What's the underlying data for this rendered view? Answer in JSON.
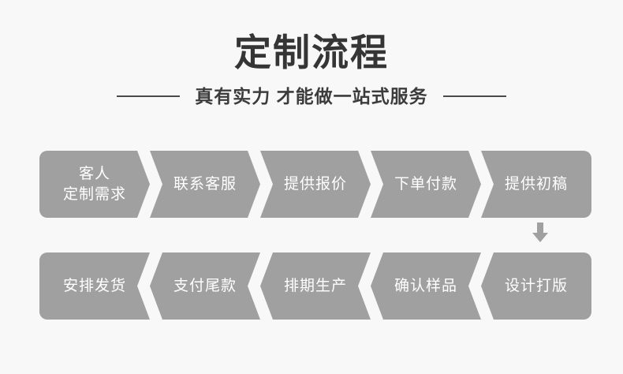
{
  "header": {
    "title": "定制流程",
    "subtitle": "真有实力  才能做一站式服务",
    "rule_left": "",
    "rule_right": ""
  },
  "colors": {
    "background": "#f8f8f8",
    "step_fill": "#a0a0a0",
    "step_text": "#ffffff",
    "title_text": "#353535",
    "subtitle_text": "#3c3c3c",
    "rule": "#4a4a4a",
    "arrow": "#a0a0a0"
  },
  "flow": {
    "direction_row1": "left-to-right",
    "direction_row2": "right-to-left",
    "connector": "down-arrow",
    "row1": [
      {
        "label": "客人\n定制需求",
        "order": 1
      },
      {
        "label": "联系客服",
        "order": 2
      },
      {
        "label": "提供报价",
        "order": 3
      },
      {
        "label": "下单付款",
        "order": 4
      },
      {
        "label": "提供初稿",
        "order": 5
      }
    ],
    "row2": [
      {
        "label": "安排发货",
        "order": 10
      },
      {
        "label": "支付尾款",
        "order": 9
      },
      {
        "label": "排期生产",
        "order": 8
      },
      {
        "label": "确认样品",
        "order": 7
      },
      {
        "label": "设计打版",
        "order": 6
      }
    ]
  }
}
